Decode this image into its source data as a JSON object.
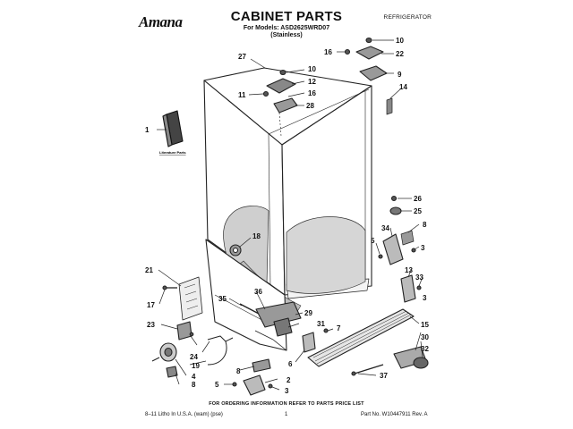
{
  "header": {
    "brand": "Amana",
    "title": "CABINET PARTS",
    "models": "For Models: ASD2625WRD07",
    "finish": "(Stainless)",
    "category": "REFRIGERATOR"
  },
  "literature_label": "Literature Parts",
  "callouts": [
    "1",
    "2",
    "3",
    "3",
    "3",
    "4",
    "5",
    "5",
    "6",
    "7",
    "8",
    "8",
    "8",
    "9",
    "10",
    "10",
    "11",
    "12",
    "13",
    "14",
    "15",
    "16",
    "16",
    "17",
    "18",
    "19",
    "21",
    "22",
    "23",
    "24",
    "25",
    "26",
    "27",
    "28",
    "29",
    "30",
    "31",
    "32",
    "33",
    "34",
    "35",
    "36",
    "37"
  ],
  "footer": {
    "note": "FOR ORDERING INFORMATION REFER TO PARTS PRICE LIST",
    "left": "8–11 Litho In U.S.A. (wam) (pse)",
    "page": "1",
    "part_no": "Part No. W10447911 Rev. A"
  }
}
